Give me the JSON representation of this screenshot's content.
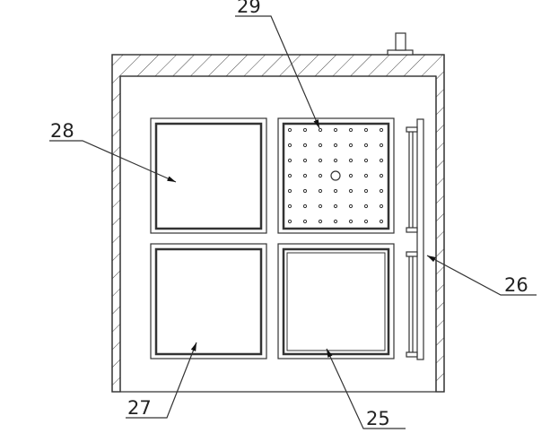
{
  "labels": {
    "l25": "25",
    "l26": "26",
    "l27": "27",
    "l28": "28",
    "l29": "29"
  },
  "colors": {
    "line": "#333333",
    "background": "#ffffff"
  }
}
